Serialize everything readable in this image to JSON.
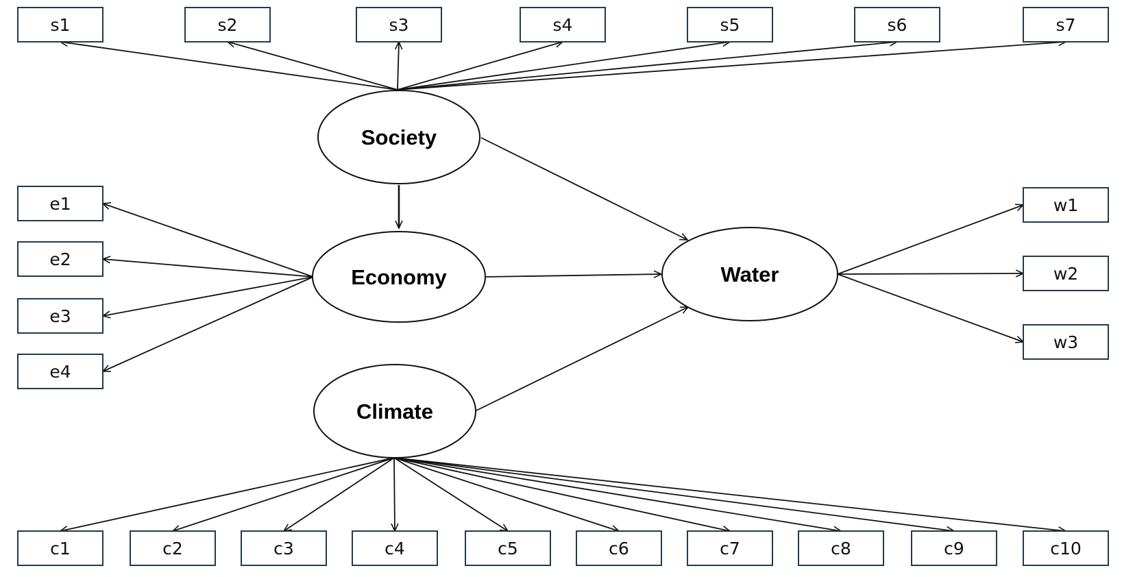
{
  "latents": [
    {
      "id": "society",
      "label": "Society"
    },
    {
      "id": "economy",
      "label": "Economy"
    },
    {
      "id": "water",
      "label": "Water"
    },
    {
      "id": "climate",
      "label": "Climate"
    }
  ],
  "indicators": {
    "society": [
      "s1",
      "s2",
      "s3",
      "s4",
      "s5",
      "s6",
      "s7"
    ],
    "economy": [
      "e1",
      "e2",
      "e3",
      "e4"
    ],
    "water": [
      "w1",
      "w2",
      "w3"
    ],
    "climate": [
      "c1",
      "c2",
      "c3",
      "c4",
      "c5",
      "c6",
      "c7",
      "c8",
      "c9",
      "c10"
    ]
  },
  "paths": [
    {
      "from": "society",
      "to": "economy"
    },
    {
      "from": "society",
      "to": "water"
    },
    {
      "from": "economy",
      "to": "water"
    },
    {
      "from": "climate",
      "to": "water"
    }
  ]
}
